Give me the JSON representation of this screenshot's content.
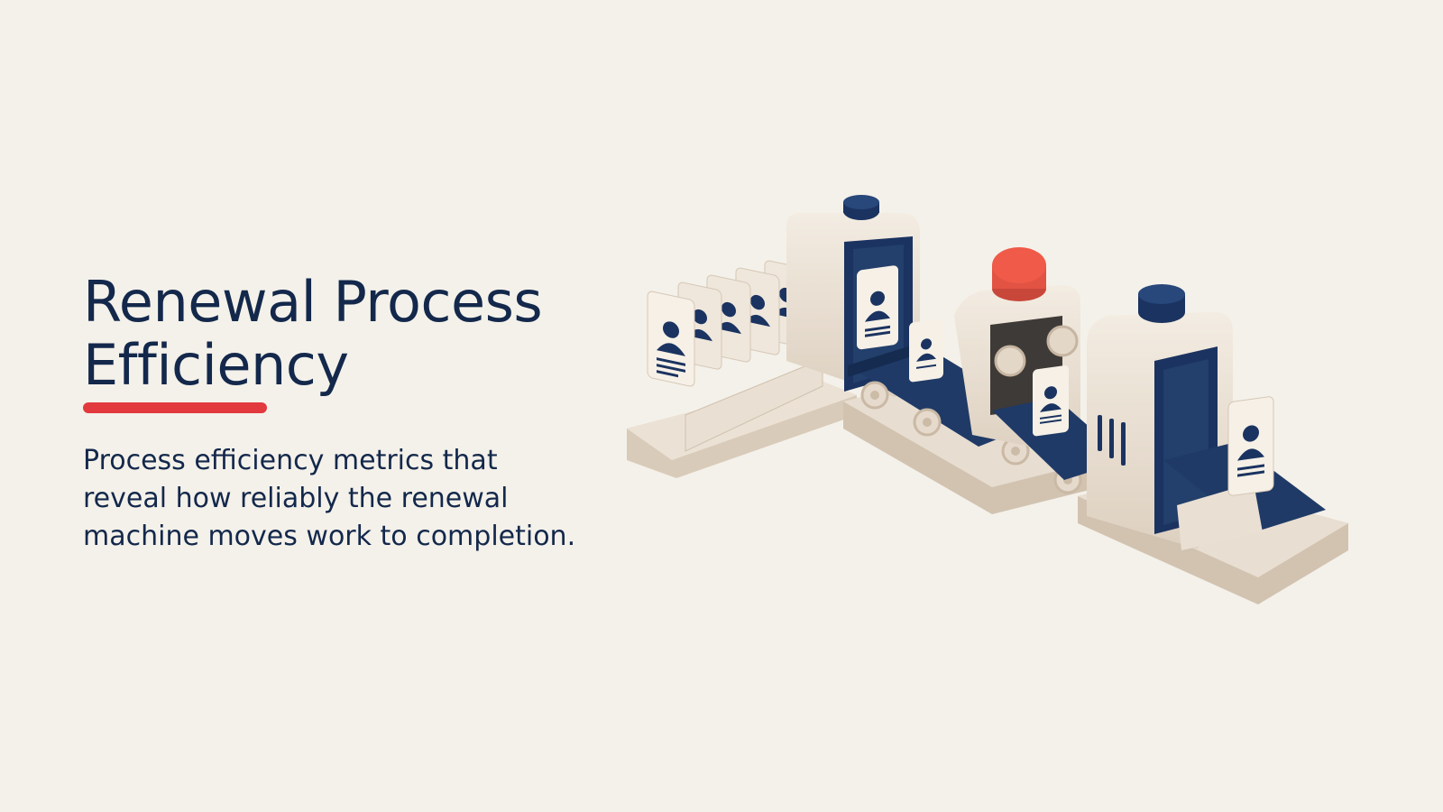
{
  "slide": {
    "title_line1": "Renewal Process",
    "title_line2": "Efficiency",
    "subtitle": "Process efficiency metrics that reveal how reliably the renewal machine moves work to completion."
  },
  "colors": {
    "background": "#f4f1ea",
    "navy": "#13284b",
    "accent_red": "#e2393f",
    "machine_cream": "#ede4d8",
    "machine_shadow": "#cfc1b0",
    "belt_navy": "#1f3a66",
    "button_red": "#ee5544"
  },
  "illustration": {
    "subject": "isometric renewal machine: stack of profile cards feeding a conveyor belt through processing stations",
    "icons": [
      "profile-card-icon",
      "conveyor-belt-icon",
      "red-button-icon"
    ]
  }
}
